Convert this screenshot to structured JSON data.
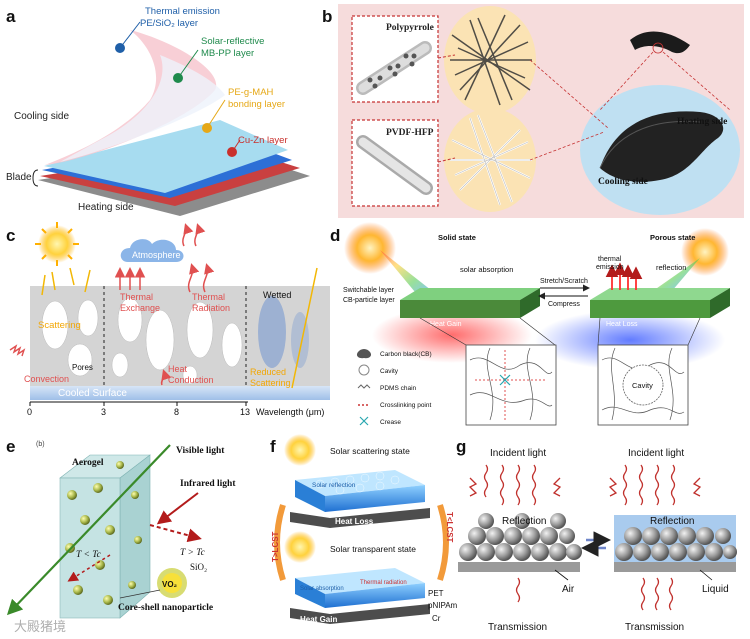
{
  "panels": {
    "a": {
      "letter": "a",
      "thermal_emission": "Thermal emission",
      "pe_sio2": "PE/SiO₂ layer",
      "solar_reflective": "Solar-reflective",
      "mb_pp": "MB-PP layer",
      "pe_g_mah": "PE-g-MAH",
      "bonding": "bonding layer",
      "cu_zn": "Cu-Zn layer",
      "cooling_side": "Cooling side",
      "blade": "Blade",
      "heating_side": "Heating side",
      "colors": {
        "blue": "#1f5fa8",
        "green": "#1f8a4c",
        "yellow": "#e6a817",
        "red": "#c9302c"
      }
    },
    "b": {
      "letter": "b",
      "polypyrrole": "Polypyrrole",
      "pvdf_hfp": "PVDF-HFP",
      "heating_side": "Heating side",
      "cooling_side": "Cooling side",
      "background_color": "#f5dada"
    },
    "c": {
      "letter": "c",
      "atmosphere": "Atmosphere",
      "thermal_exchange": "Thermal\nExchange",
      "thermal_radiation": "Thermal\nRadiation",
      "wetted": "Wetted",
      "scattering": "Scattering",
      "pores": "Pores",
      "convection": "Convection",
      "heat_conduction": "Heat\nConduction",
      "reduced_scattering": "Reduced\nScattering",
      "cooled_surface": "Cooled Surface",
      "axis_ticks": [
        "0",
        "3",
        "8",
        "13"
      ],
      "axis_label": "Wavelength (μm)"
    },
    "d": {
      "letter": "d",
      "solid_state": "Solid state",
      "porous_state": "Porous state",
      "solar_absorption": "solar absorption",
      "stretch_scratch": "Stretch/Scratch",
      "compress": "Compress",
      "thermal_emission": "thermal\nemission",
      "reflection": "reflection",
      "switchable_layer": "Switchable layer",
      "cb_particle_layer": "CB-particle layer",
      "heat_gain": "Heat Gain",
      "heat_loss": "Heat Loss",
      "legend": [
        "Carbon black(CB)",
        "Cavity",
        "PDMS chain",
        "Crosslinking point",
        "Crease"
      ],
      "cavity": "Cavity"
    },
    "e": {
      "letter": "e",
      "sub": "(b)",
      "aerogel": "Aerogel",
      "visible_light": "Visible light",
      "infrared_light": "Infrared light",
      "t_low": "T < Tc",
      "t_high": "T > Tc",
      "sio2": "SiO₂",
      "vo2": "VO₂",
      "core_shell": "Core-shell nanoparticle"
    },
    "f": {
      "letter": "f",
      "scattering_state": "Solar scattering state",
      "transparent_state": "Solar transparent state",
      "heat_loss": "Heat Loss",
      "heat_gain": "Heat Gain",
      "t_gt": "T>LCST",
      "t_lt": "T<LCST",
      "layers": [
        "PET",
        "pNIPAm",
        "Cr"
      ],
      "solar_reflection": "Solar reflection",
      "solar_absorption": "Solar absorption",
      "thermal_radiation": "Thermal radiation"
    },
    "g": {
      "letter": "g",
      "incident_left": "Incident light",
      "incident_right": "Incident light",
      "reflection_left": "Reflection",
      "reflection_right": "Reflection",
      "air": "Air",
      "liquid": "Liquid",
      "transmission_left": "Transmission",
      "transmission_right": "Transmission"
    }
  },
  "watermark": "大殿猪境"
}
